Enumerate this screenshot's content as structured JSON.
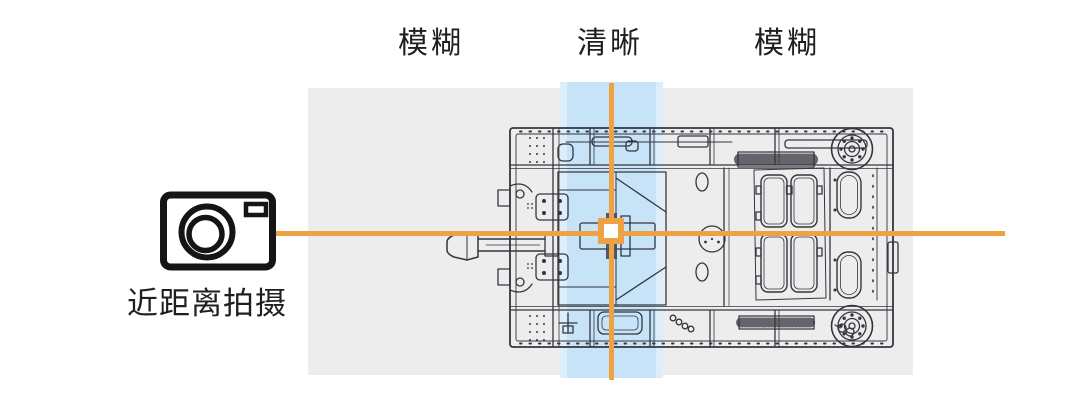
{
  "top_labels": [
    {
      "id": "blur-left",
      "text": "模糊"
    },
    {
      "id": "focus-sharp",
      "text": "清晰"
    },
    {
      "id": "blur-right",
      "text": "模糊"
    }
  ],
  "camera": {
    "icon": "camera-icon",
    "label": "近距离拍摄"
  },
  "diagram": {
    "subject": "tank-top-view-technical-drawing",
    "focus_marker": "focus-point-square",
    "axis_line": "optical-axis-horizontal",
    "focal_plane_line": "focal-plane-vertical"
  },
  "colors": {
    "accent_orange": "#EFA243",
    "focus_band": "#C6E3F7",
    "focus_band_edge": "#DCEEFA",
    "backdrop_gray": "#EDEDEE",
    "drawing_line": "#35353E",
    "text_color": "#1F1F1F"
  }
}
